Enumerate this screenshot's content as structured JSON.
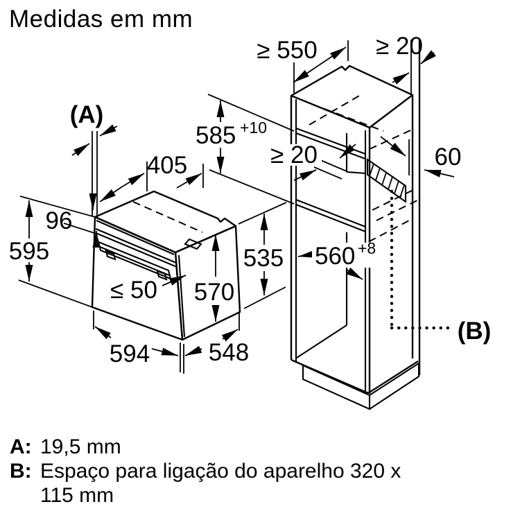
{
  "title": "Medidas em mm",
  "oven": {
    "label_a": "(A)",
    "top_depth": "405",
    "panel_height": "96",
    "height": "595",
    "rear_gap": "≤ 50",
    "body_height": "570",
    "body_height_right": "535",
    "width": "594",
    "depth": "548"
  },
  "cabinet": {
    "depth": "≥ 550",
    "rear_gap_top": "≥ 20",
    "niche_height": "585",
    "niche_height_tol": "+10",
    "niche_rear_gap": "≥ 20",
    "connection_offset": "60",
    "niche_width": "560",
    "niche_width_tol": "+8",
    "label_b": "(B)"
  },
  "legend": {
    "a_key": "A:",
    "a_value": "19,5 mm",
    "b_key": "B:",
    "b_value_line1": "Espaço para ligação do aparelho 320 x",
    "b_value_line2": "115 mm"
  },
  "colors": {
    "line": "#000000",
    "background": "#ffffff"
  }
}
